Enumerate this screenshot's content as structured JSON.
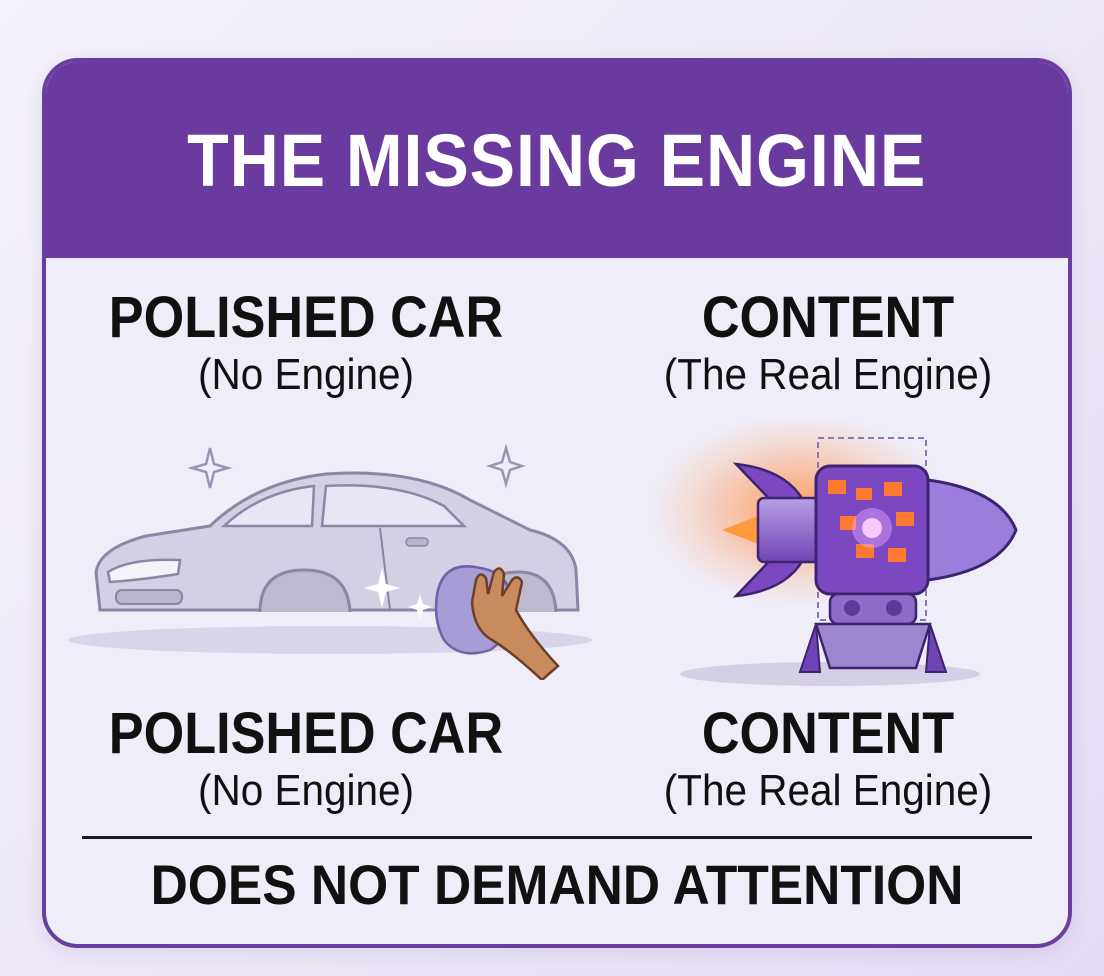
{
  "title": "THE MISSING ENGINE",
  "left": {
    "top_heading": "POLISHED CAR",
    "top_sub": "(No Engine)",
    "bottom_heading": "POLISHED CAR",
    "bottom_sub": "(No Engine)",
    "illustration_icon": "polished-car-icon"
  },
  "right": {
    "top_heading": "CONTENT",
    "top_sub": "(The Real Engine)",
    "bottom_heading": "CONTENT",
    "bottom_sub": "(The Real Engine)",
    "illustration_icon": "jet-engine-icon"
  },
  "footer": "DOES NOT DEMAND ATTENTION",
  "colors": {
    "banner": "#6a3a9e",
    "card_bg": "#efedf7",
    "engine_purple": "#7b48c2",
    "engine_glow": "#ff8a3d"
  }
}
